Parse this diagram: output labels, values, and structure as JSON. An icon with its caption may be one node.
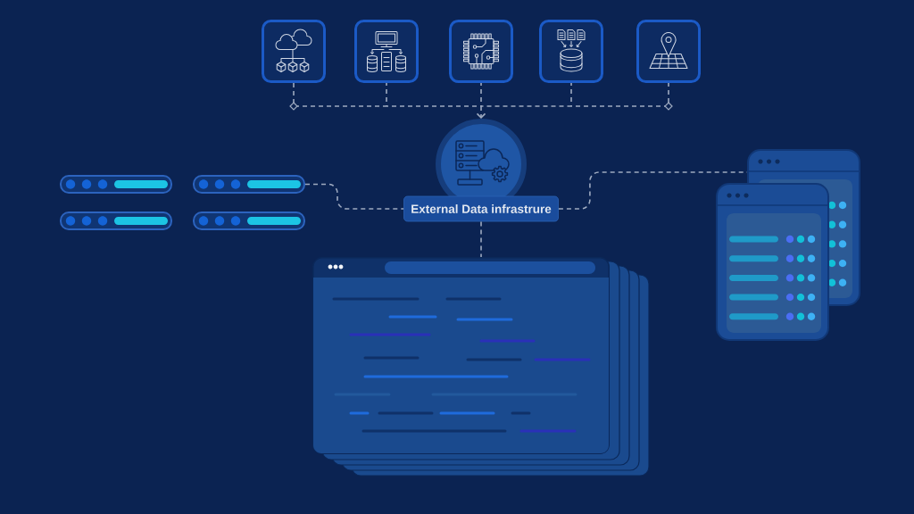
{
  "diagram": {
    "nodes": [
      {
        "text": [],
        "shape": "box"
      },
      {
        "text": [],
        "shape": "box"
      },
      {
        "text": [],
        "shape": "box"
      },
      {
        "text": [],
        "shape": "box"
      },
      {
        "text": [],
        "shape": "box"
      },
      {
        "text": [],
        "shape": "circle"
      },
      {
        "text": [
          "External Data infrastrure"
        ]
      },
      {
        "text": [],
        "shape": "bar"
      },
      {
        "text": [],
        "shape": "bar"
      },
      {
        "text": [],
        "shape": "bar"
      },
      {
        "text": [],
        "shape": "bar"
      },
      {
        "text": [],
        "shape": "window"
      },
      {
        "text": [],
        "shape": "window"
      },
      {
        "text": [],
        "shape": "window"
      }
    ],
    "edges": [
      {
        "from": 0,
        "to": 5,
        "arrow": "to",
        "style": "dashed"
      },
      {
        "from": 1,
        "to": 5,
        "arrow": "to",
        "style": "dashed"
      },
      {
        "from": 2,
        "to": 5,
        "arrow": "to",
        "style": "dashed"
      },
      {
        "from": 3,
        "to": 5,
        "arrow": "to",
        "style": "dashed"
      },
      {
        "from": 4,
        "to": 5,
        "arrow": "to",
        "style": "dashed"
      },
      {
        "from": 8,
        "to": 6,
        "arrow": "none",
        "style": "dashed"
      },
      {
        "from": 6,
        "to": 11,
        "arrow": "none",
        "style": "dashed"
      },
      {
        "from": 6,
        "to": 13,
        "arrow": "none",
        "style": "dashed"
      }
    ]
  }
}
